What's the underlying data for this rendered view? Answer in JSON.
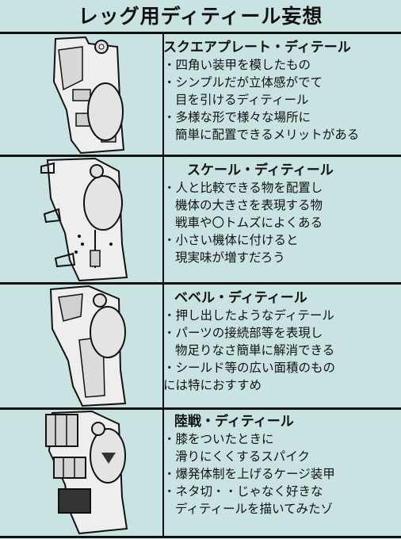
{
  "title": "レッグ用ディティール妄想",
  "panels": [
    {
      "heading": "スクエアプレート・ディテール",
      "bullets": [
        {
          "l1": "四角い装甲を模したもの",
          "l2": ""
        },
        {
          "l1": "シンプルだが立体感がでて",
          "l2": "目を引けるディティール"
        },
        {
          "l1": "多様な形で様々な場所に",
          "l2": "簡単に配置できるメリットがある"
        }
      ]
    },
    {
      "heading": "スケール・ディティール",
      "bullets": [
        {
          "l1": "人と比較できる物を配置し",
          "l2": "機体の大きさを表現する物"
        },
        {
          "l1": "",
          "l2": "戦車や〇トムズによくある"
        },
        {
          "l1": "小さい機体に付けると",
          "l2": "現実味が増すだろう"
        }
      ]
    },
    {
      "heading": "ベベル・ディティール",
      "bullets": [
        {
          "l1": "押し出したようなディテール",
          "l2": ""
        },
        {
          "l1": "パーツの接続部等を表現し",
          "l2": "物足りなさ簡単に解消できる"
        },
        {
          "l1": "シールド等の広い面積のもの",
          "l2": "には特におすすめ"
        }
      ]
    },
    {
      "heading": "陸戦・ディティール",
      "bullets": [
        {
          "l1": "膝をついたときに",
          "l2": "滑りにくくするスパイク"
        },
        {
          "l1": "爆発体制を上げるケージ装甲",
          "l2": ""
        },
        {
          "l1": "ネタ切・・じゃなく好きな",
          "l2": "ディティールを描いてみたゾ"
        }
      ]
    }
  ],
  "colors": {
    "background": "#c9e3e3",
    "line": "#111111",
    "armor": "#eeeeee",
    "armor_shade": "#b8b8b8"
  }
}
